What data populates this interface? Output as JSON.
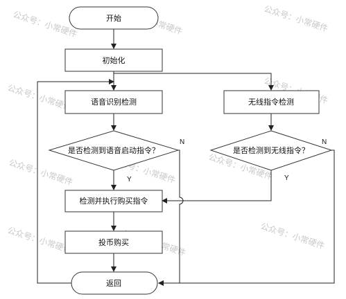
{
  "nodes": {
    "start": "开始",
    "init": "初始化",
    "voice_detect": "语音识别检测",
    "wireless_detect": "无线指令检测",
    "voice_decision": "是否检测到语音启动指令？",
    "wireless_decision": "是否检测到无线指令？",
    "execute": "检测并执行购买指令",
    "coin": "投币购买",
    "return": "返回"
  },
  "branches": {
    "yes_voice": "Y",
    "yes_wireless": "Y",
    "no_voice": "N",
    "no_wireless": "N"
  },
  "watermark": "公众号：小常硬件"
}
